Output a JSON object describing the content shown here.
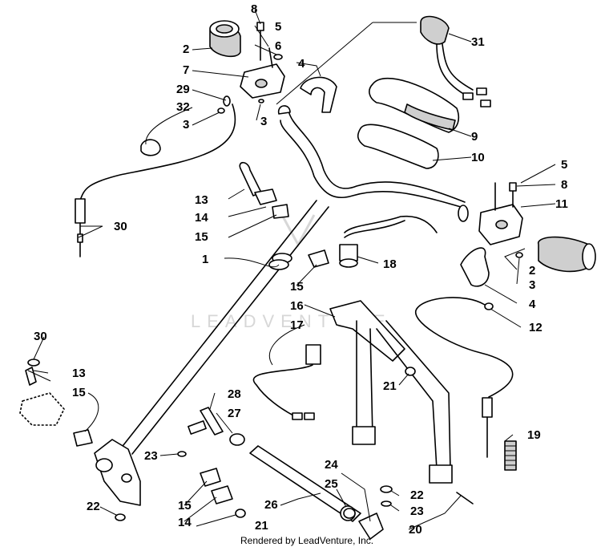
{
  "watermark": "LEADVENTURE",
  "footer": "Rendered by LeadVenture, Inc.",
  "callouts": {
    "c1": "1",
    "c2a": "2",
    "c2b": "2",
    "c3a": "3",
    "c3b": "3",
    "c3c": "3",
    "c4a": "4",
    "c4b": "4",
    "c5a": "5",
    "c5b": "5",
    "c6": "6",
    "c7": "7",
    "c8a": "8",
    "c8b": "8",
    "c9": "9",
    "c10": "10",
    "c11": "11",
    "c12": "12",
    "c13a": "13",
    "c13b": "13",
    "c14a": "14",
    "c14b": "14",
    "c15a": "15",
    "c15b": "15",
    "c15c": "15",
    "c15d": "15",
    "c16": "16",
    "c17": "17",
    "c18": "18",
    "c19": "19",
    "c20": "20",
    "c21a": "21",
    "c21b": "21",
    "c22a": "22",
    "c22b": "22",
    "c23a": "23",
    "c23b": "23",
    "c24": "24",
    "c25": "25",
    "c26": "26",
    "c27": "27",
    "c28": "28",
    "c29": "29",
    "c30a": "30",
    "c30b": "30",
    "c31": "31",
    "c32": "32"
  }
}
